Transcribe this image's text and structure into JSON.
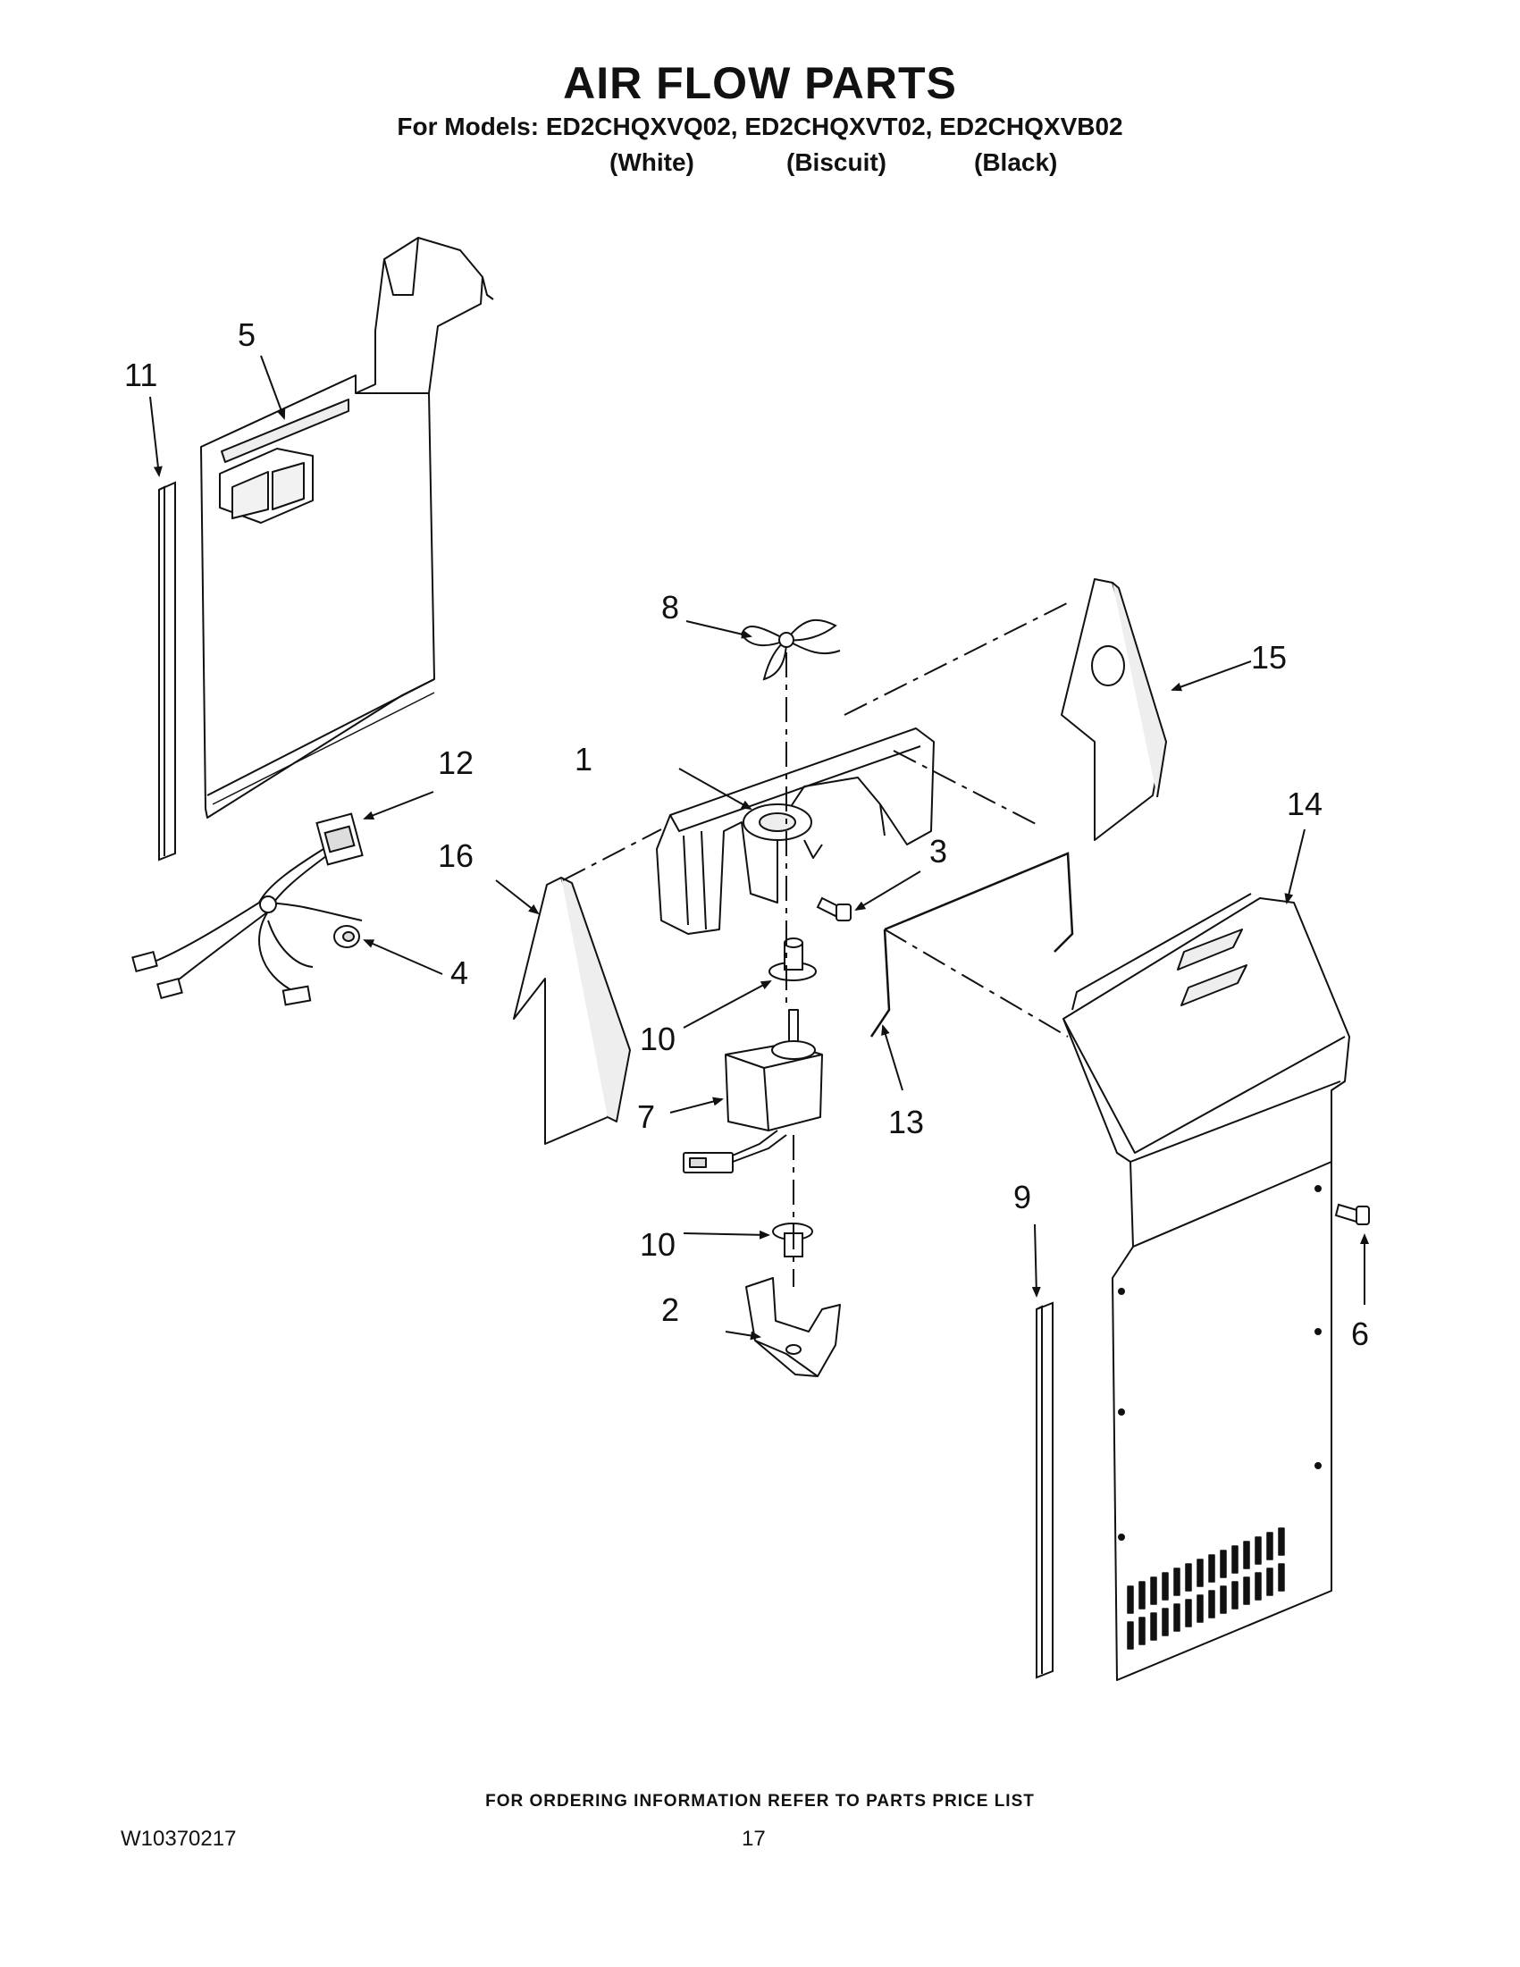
{
  "header": {
    "title": "AIR FLOW PARTS",
    "models_line": "For Models: ED2CHQXVQ02, ED2CHQXVT02, ED2CHQXVB02",
    "colors": [
      "(White)",
      "(Biscuit)",
      "(Black)"
    ]
  },
  "callouts": [
    "1",
    "2",
    "3",
    "4",
    "5",
    "6",
    "7",
    "8",
    "9",
    "10",
    "10",
    "11",
    "12",
    "13",
    "14",
    "15",
    "16"
  ],
  "footer": {
    "ordering_note": "FOR ORDERING INFORMATION REFER TO PARTS PRICE LIST",
    "document_number": "W10370217",
    "page_number": "17"
  }
}
